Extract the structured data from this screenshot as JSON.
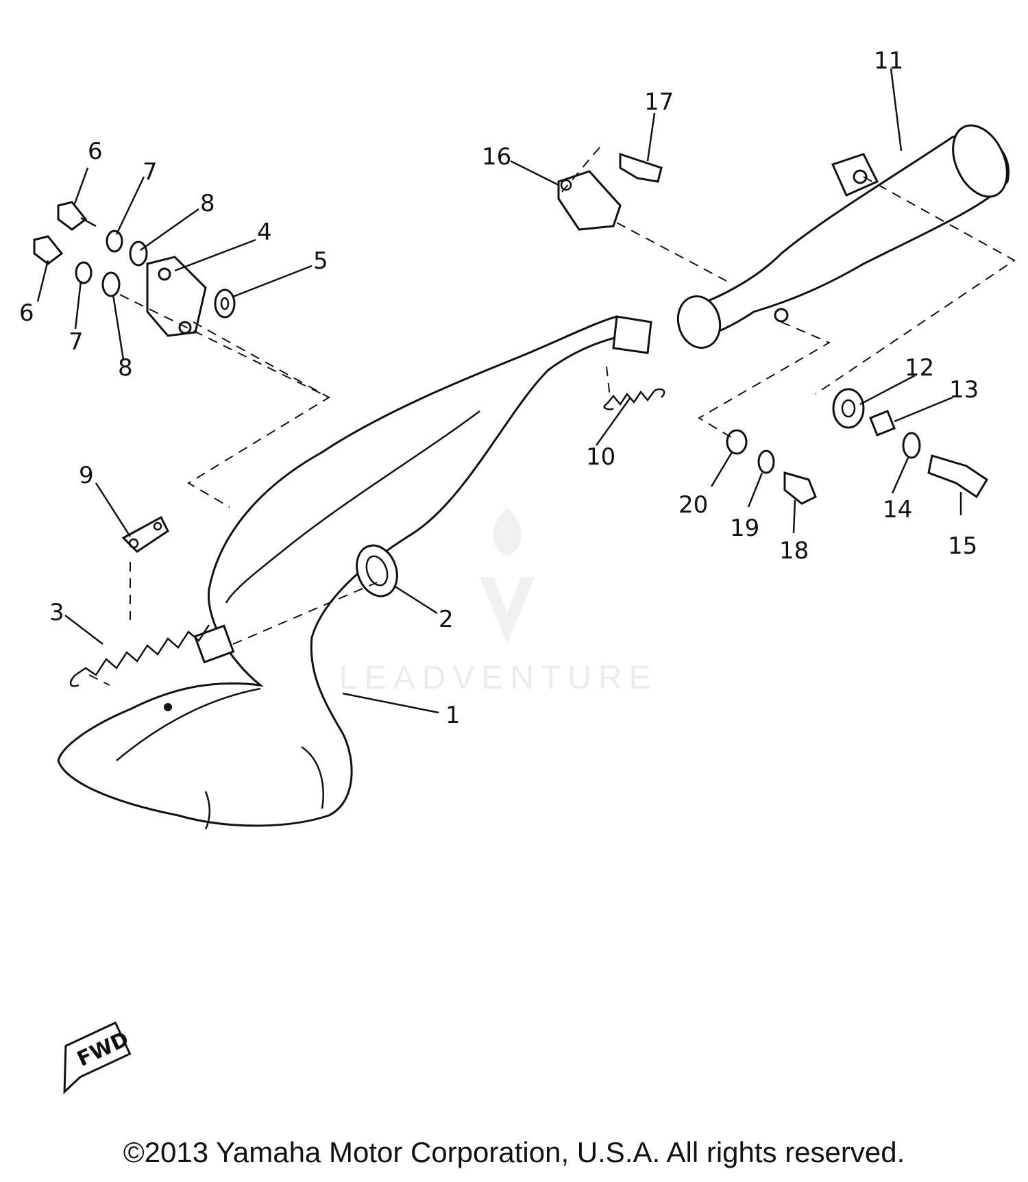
{
  "callouts": [
    "1",
    "2",
    "3",
    "4",
    "5",
    "6",
    "6",
    "7",
    "7",
    "8",
    "8",
    "9",
    "10",
    "11",
    "12",
    "13",
    "14",
    "15",
    "16",
    "17",
    "18",
    "19",
    "20"
  ],
  "fwd_label": "FWD",
  "watermark": "LEADVENTURE",
  "copyright": "©2013 Yamaha Motor Corporation, U.S.A. All rights reserved."
}
